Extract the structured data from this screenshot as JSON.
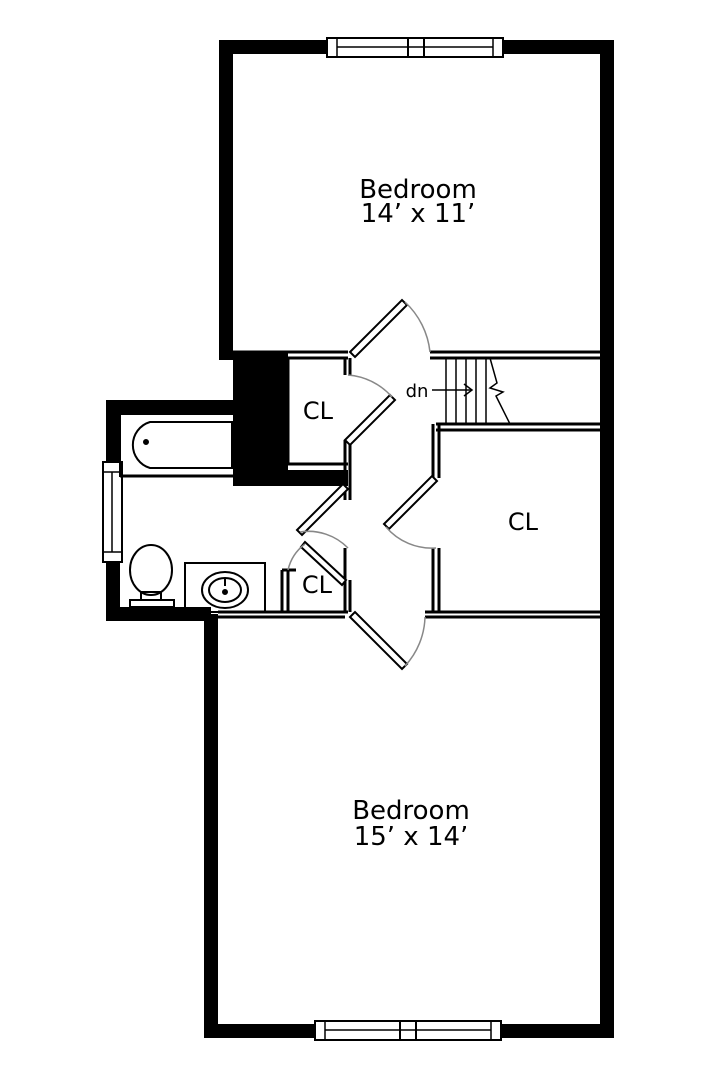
{
  "rooms": {
    "bedroom_top": {
      "name": "Bedroom",
      "size": "14’ x 11’"
    },
    "bedroom_bottom": {
      "name": "Bedroom",
      "size": "15’ x 14’"
    },
    "closet_upper": {
      "name": "CL"
    },
    "closet_right": {
      "name": "CL"
    },
    "closet_small": {
      "name": "CL"
    }
  },
  "stairs": {
    "label": "dn"
  },
  "colors": {
    "wall": "#000000",
    "thin_line": "#000000",
    "door_arc": "#888888",
    "background": "#ffffff"
  }
}
